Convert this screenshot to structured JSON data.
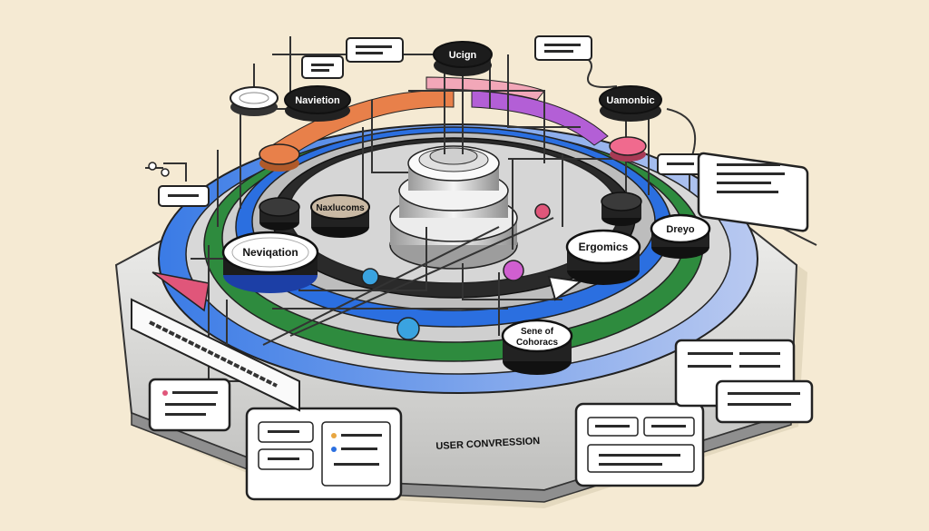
{
  "labels": {
    "design": "Ucign",
    "navigation_top": "Navietion",
    "usability": "Uamonbic",
    "navigation_main": "Neviqation",
    "ergonomics": "Ergomics",
    "design_right": "Dreyo",
    "mid_node": "Naxlucoms",
    "coherence_line1": "Sene of",
    "coherence_line2": "Cohoracs",
    "user_conversion": "USER CONVRESSION"
  },
  "colors": {
    "background": "#f5ead3",
    "ring_orange": "#e8804a",
    "ring_purple": "#b35fd6",
    "ring_blue": "#2b6fe0",
    "ring_green": "#2e8b3e",
    "accent_pink": "#e0567a",
    "node_dark": "#1c1c1c",
    "node_light": "#ffffff"
  },
  "icons": [
    "card-icon",
    "pin-icon",
    "wire-icon"
  ]
}
